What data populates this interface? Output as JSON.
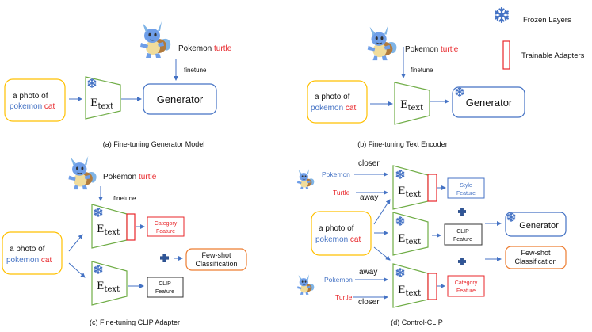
{
  "legend": {
    "frozen_label": "Frozen Layers",
    "trainable_label": "Trainable Adapters"
  },
  "colors": {
    "input_box": "#ffc000",
    "encoder": "#70ad47",
    "generator": "#4472c4",
    "adapter": "#e8262a",
    "few_shot": "#ed7d31",
    "arrow": "#4472c4",
    "accent_blue": "#4472c4",
    "accent_red": "#e8262a"
  },
  "common": {
    "prompt_line1": "a photo of",
    "prompt_word_blue": "pokemon",
    "prompt_word_red": "cat",
    "encoder_main": "E",
    "encoder_sub": "text",
    "generator": "Generator",
    "pokemon_prefix": "Pokemon",
    "pokemon_target": "turtle",
    "finetune": "finetune",
    "category_l1": "Category",
    "category_l2": "Feature",
    "clip_l1": "CLIP",
    "clip_l2": "Feature",
    "fewshot_l1": "Few-shot",
    "fewshot_l2": "Classification",
    "style_l1": "Style",
    "style_l2": "Feature"
  },
  "panels": {
    "a": {
      "caption": "(a) Fine-tuning Generator Model"
    },
    "b": {
      "caption": "(b) Fine-tuning Text Encoder"
    },
    "c": {
      "caption": "(c) Fine-tuning  CLIP Adapter"
    },
    "d": {
      "caption": "(d) Control-CLIP",
      "top_pokemon": "Pokemon",
      "top_turtle": "Turtle",
      "top_closer": "closer",
      "top_away": "away",
      "bottom_pokemon": "Pokemon",
      "bottom_turtle": "Turtle",
      "bottom_away": "away",
      "bottom_closer": "closer"
    }
  }
}
